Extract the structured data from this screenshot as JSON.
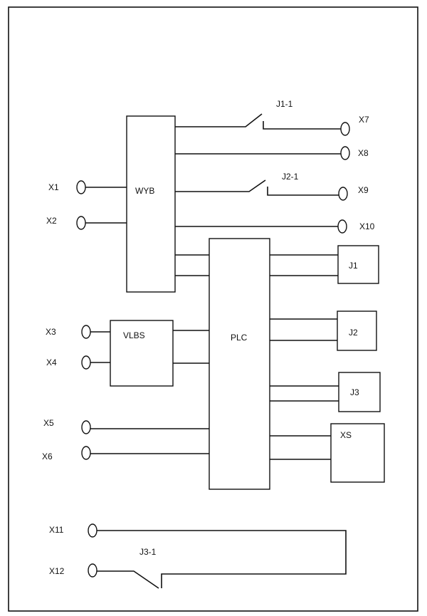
{
  "blocks": {
    "wyb": "WYB",
    "vlbs": "VLBS",
    "plc": "PLC",
    "j1": "J1",
    "j2": "J2",
    "j3": "J3",
    "xs": "XS"
  },
  "terminals": {
    "x1": "X1",
    "x2": "X2",
    "x3": "X3",
    "x4": "X4",
    "x5": "X5",
    "x6": "X6",
    "x7": "X7",
    "x8": "X8",
    "x9": "X9",
    "x10": "X10",
    "x11": "X11",
    "x12": "X12"
  },
  "contacts": {
    "j1_1": "J1-1",
    "j2_1": "J2-1",
    "j3_1": "J3-1"
  }
}
